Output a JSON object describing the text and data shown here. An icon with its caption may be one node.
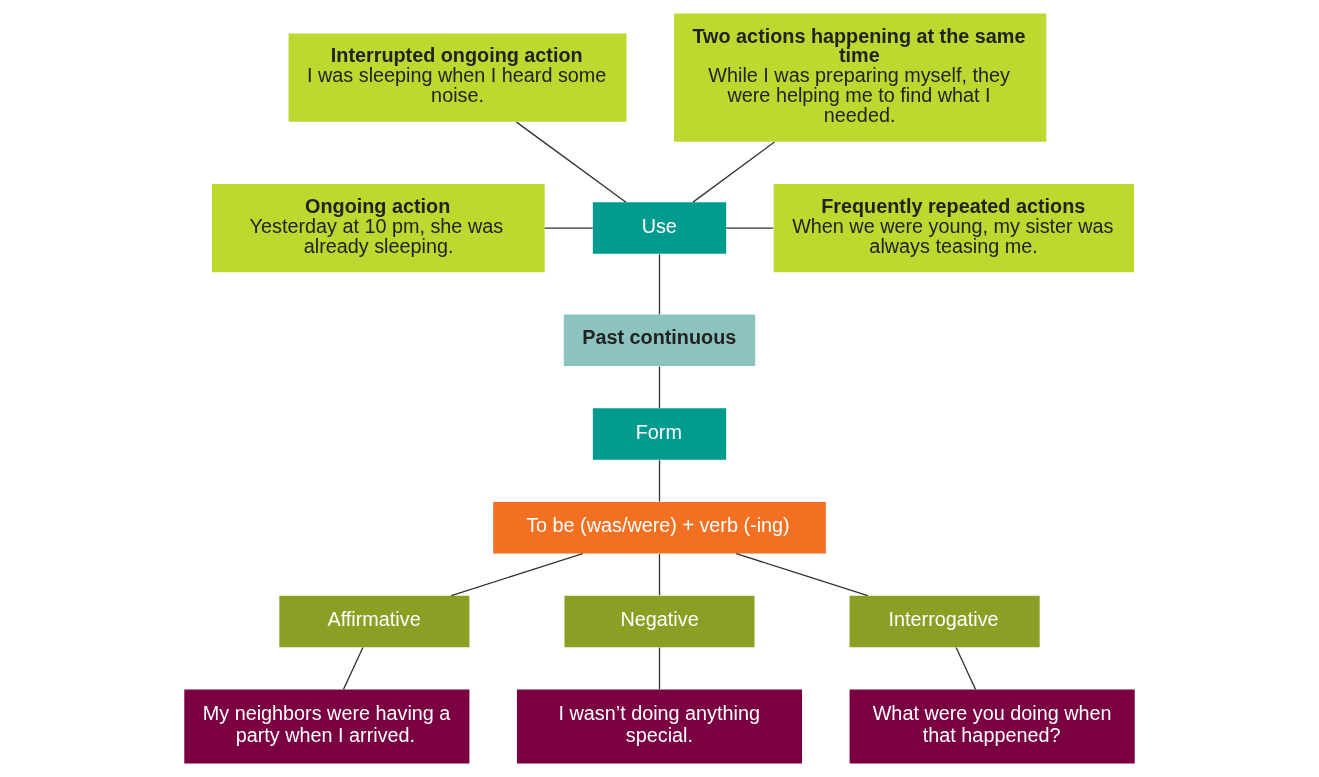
{
  "diagram": {
    "nodes": [
      {
        "text": [
          "Interrupted ongoing action",
          "I was sleeping when I heard some noise."
        ]
      },
      {
        "text": [
          "Two actions happening at the same time",
          "While I was preparing myself, they were helping me to find what I needed."
        ]
      },
      {
        "text": [
          "Ongoing action",
          "Yesterday at 10 pm, she was already sleeping."
        ]
      },
      {
        "text": [
          "Use"
        ]
      },
      {
        "text": [
          "Frequently repeated actions",
          "When we were young, my sister was always teasing me."
        ]
      },
      {
        "text": [
          "Past continuous"
        ]
      },
      {
        "text": [
          "Form"
        ]
      },
      {
        "text": [
          "To be (was/were) + verb (-ing)"
        ]
      },
      {
        "text": [
          "Affirmative"
        ]
      },
      {
        "text": [
          "Negative"
        ]
      },
      {
        "text": [
          "Interrogative"
        ]
      },
      {
        "text": [
          "My neighbors were having a party when I arrived."
        ]
      },
      {
        "text": [
          "I wasn’t doing anything special."
        ]
      },
      {
        "text": [
          "What were you doing when that happened?"
        ]
      }
    ],
    "edges": [
      {
        "from": 0,
        "to": 3,
        "arrow": "none"
      },
      {
        "from": 1,
        "to": 3,
        "arrow": "none"
      },
      {
        "from": 2,
        "to": 3,
        "arrow": "none"
      },
      {
        "from": 3,
        "to": 4,
        "arrow": "none"
      },
      {
        "from": 3,
        "to": 5,
        "arrow": "none"
      },
      {
        "from": 5,
        "to": 6,
        "arrow": "none"
      },
      {
        "from": 6,
        "to": 7,
        "arrow": "none"
      },
      {
        "from": 7,
        "to": 8,
        "arrow": "none"
      },
      {
        "from": 7,
        "to": 9,
        "arrow": "none"
      },
      {
        "from": 7,
        "to": 10,
        "arrow": "none"
      },
      {
        "from": 8,
        "to": 11,
        "arrow": "none"
      },
      {
        "from": 9,
        "to": 12,
        "arrow": "none"
      },
      {
        "from": 10,
        "to": 13,
        "arrow": "none"
      }
    ]
  }
}
